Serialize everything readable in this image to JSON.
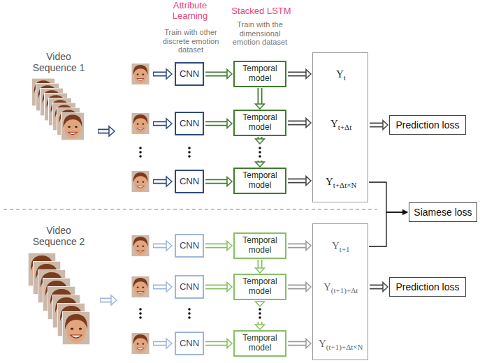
{
  "diagram": {
    "nodes": [
      {
        "text": [
          "CNN"
        ]
      },
      {
        "text": [
          "Temporal model"
        ]
      },
      {
        "text": [
          "CNN"
        ]
      },
      {
        "text": [
          "Temporal model"
        ]
      },
      {
        "text": [
          "CNN"
        ]
      },
      {
        "text": [
          "Temporal model"
        ]
      },
      {
        "text": [
          "Yt",
          "Yt+Δt",
          "Yt+Δt×N"
        ]
      },
      {
        "text": [
          "Prediction loss"
        ]
      },
      {
        "text": [
          "Siamese loss"
        ]
      },
      {
        "text": [
          "CNN"
        ]
      },
      {
        "text": [
          "Temporal model"
        ]
      },
      {
        "text": [
          "CNN"
        ]
      },
      {
        "text": [
          "Temporal model"
        ]
      },
      {
        "text": [
          "CNN"
        ]
      },
      {
        "text": [
          "Temporal model"
        ]
      },
      {
        "text": [
          "Yt+1",
          "Y(t+1)+Δt",
          "Y(t+1)+Δt×N"
        ]
      },
      {
        "text": [
          "Prediction loss"
        ]
      }
    ],
    "edges": [
      {
        "from": 0,
        "to": 1,
        "arrow": "to"
      },
      {
        "from": 2,
        "to": 3,
        "arrow": "to"
      },
      {
        "from": 4,
        "to": 5,
        "arrow": "to"
      },
      {
        "from": 1,
        "to": 3,
        "arrow": "to"
      },
      {
        "from": 3,
        "to": 5,
        "arrow": "to"
      },
      {
        "from": 1,
        "to": 6,
        "arrow": "to"
      },
      {
        "from": 3,
        "to": 6,
        "arrow": "to"
      },
      {
        "from": 5,
        "to": 6,
        "arrow": "to"
      },
      {
        "from": 6,
        "to": 7,
        "arrow": "to"
      },
      {
        "from": 6,
        "to": 8,
        "arrow": "to"
      },
      {
        "from": 9,
        "to": 10,
        "arrow": "to"
      },
      {
        "from": 11,
        "to": 12,
        "arrow": "to"
      },
      {
        "from": 13,
        "to": 14,
        "arrow": "to"
      },
      {
        "from": 10,
        "to": 12,
        "arrow": "to"
      },
      {
        "from": 12,
        "to": 14,
        "arrow": "to"
      },
      {
        "from": 10,
        "to": 15,
        "arrow": "to"
      },
      {
        "from": 12,
        "to": 15,
        "arrow": "to"
      },
      {
        "from": 14,
        "to": 15,
        "arrow": "to"
      },
      {
        "from": 15,
        "to": 16,
        "arrow": "to"
      },
      {
        "from": 15,
        "to": 8,
        "arrow": "to"
      }
    ],
    "labels": [
      "Attribute Learning",
      "Train with other discrete emotion dataset",
      "Stacked LSTM",
      "Train with the dimensional emotion dataset",
      "Video Sequence 1",
      "Video Sequence 2"
    ]
  }
}
